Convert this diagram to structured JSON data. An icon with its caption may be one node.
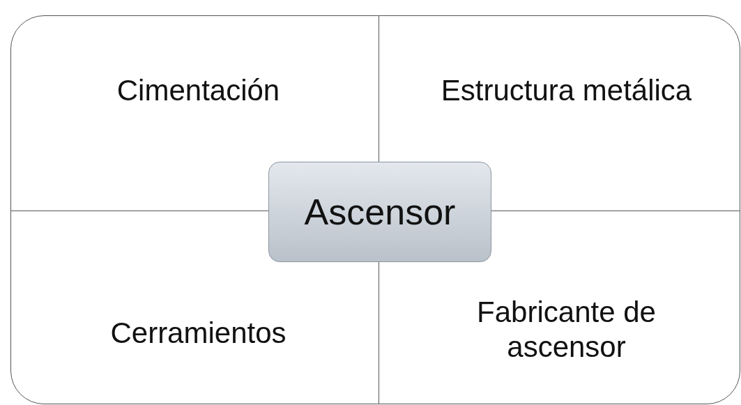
{
  "diagram": {
    "nodes": [
      {
        "text": [
          "Cimentación"
        ]
      },
      {
        "text": [
          "Estructura metálica"
        ]
      },
      {
        "text": [
          "Cerramientos"
        ]
      },
      {
        "text": [
          "Fabricante de ascensor"
        ]
      },
      {
        "text": [
          "Ascensor"
        ]
      }
    ]
  }
}
